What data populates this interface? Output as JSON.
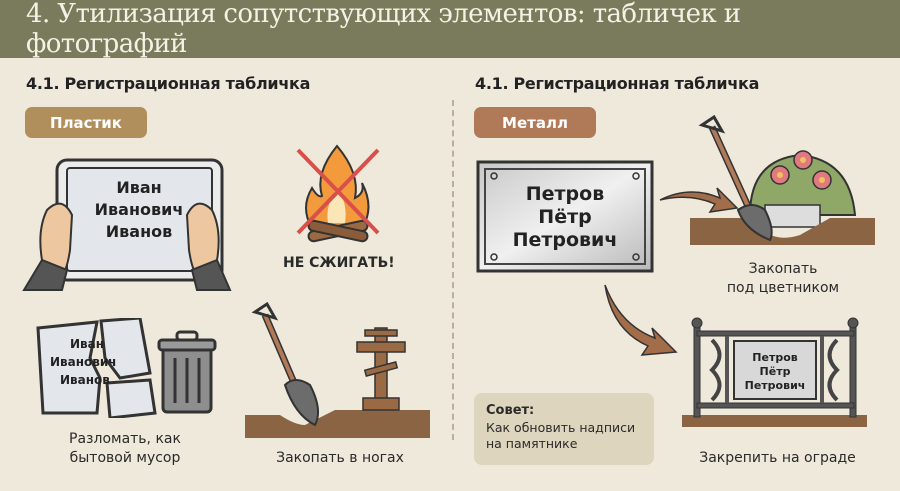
{
  "header": {
    "title": "4. Утилизация сопутствующих элементов: табличек и фотографий"
  },
  "left": {
    "section_title": "4.1. Регистрационная табличка",
    "tag": {
      "label": "Пластик",
      "color": "#b08f5c"
    },
    "plate_lines": [
      "Иван",
      "Иванович",
      "Иванов"
    ],
    "no_burn": {
      "label": "НЕ СЖИГАТЬ!",
      "cross_color": "#d9504a"
    },
    "items": [
      {
        "caption_line1": "Разломать, как",
        "caption_line2": "бытовой мусор"
      },
      {
        "caption_line1": "Закопать в ногах"
      }
    ]
  },
  "right": {
    "section_title": "4.1. Регистрационная табличка",
    "tag": {
      "label": "Металл",
      "color": "#b07a58"
    },
    "plate_lines": [
      "Петров",
      "Пётр",
      "Петрович"
    ],
    "items": [
      {
        "caption_line1": "Закопать",
        "caption_line2": "под цветником"
      },
      {
        "caption_line1": "Закрепить на ограде"
      }
    ],
    "tip": {
      "title": "Совет:",
      "body_line1": "Как обновить надписи",
      "body_line2": "на памятнике"
    }
  },
  "colors": {
    "header_bg": "#7a7a5c",
    "page_bg": "#efe9dc",
    "soil": "#8a6443",
    "arrow": "#a36d4a"
  }
}
